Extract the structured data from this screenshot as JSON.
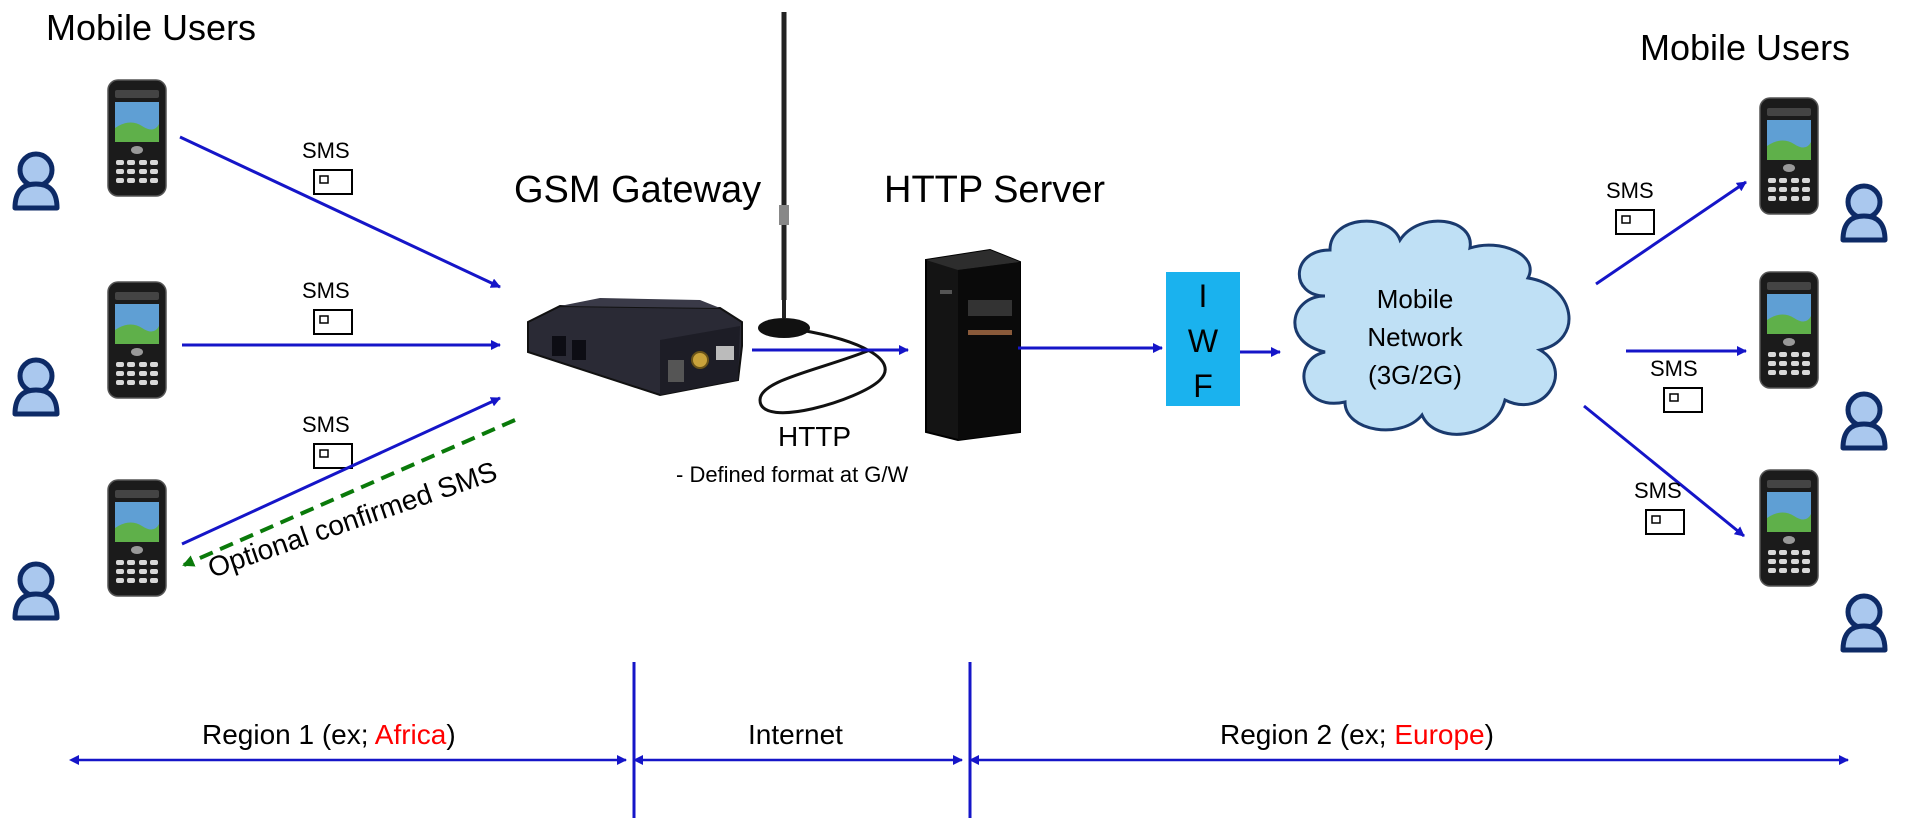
{
  "labels": {
    "mobile_users_left": "Mobile Users",
    "mobile_users_right": "Mobile Users",
    "gsm_gateway": "GSM Gateway",
    "http_server": "HTTP Server",
    "iwf": [
      "I",
      "W",
      "F"
    ],
    "mobile_network": [
      "Mobile",
      "Network",
      "(3G/2G)"
    ],
    "http": "HTTP",
    "http_note": "- Defined format at G/W",
    "optional_confirmed": "Optional confirmed SMS",
    "sms": "SMS"
  },
  "regions": {
    "region1_prefix": "Region 1 (ex; ",
    "region1_highlight": "Africa",
    "region1_suffix": ")",
    "internet": "Internet",
    "region2_prefix": "Region 2 (ex; ",
    "region2_highlight": "Europe",
    "region2_suffix": ")"
  },
  "colors": {
    "arrow": "#1515c8",
    "confirm_arrow": "#0a7a0a",
    "iwf_fill": "#1ab2ee",
    "cloud_fill": "#bfe0f5",
    "cloud_stroke": "#1a3a6e",
    "highlight": "#ff0000",
    "person_fill": "#aac8ee",
    "person_stroke": "#0d2a66"
  },
  "icons": {
    "phone": "smartphone-icon",
    "person": "user-icon",
    "sms": "envelope-icon",
    "gateway": "gsm-gateway-device-icon",
    "server": "server-tower-icon",
    "antenna": "antenna-icon",
    "cloud": "cloud-icon"
  }
}
